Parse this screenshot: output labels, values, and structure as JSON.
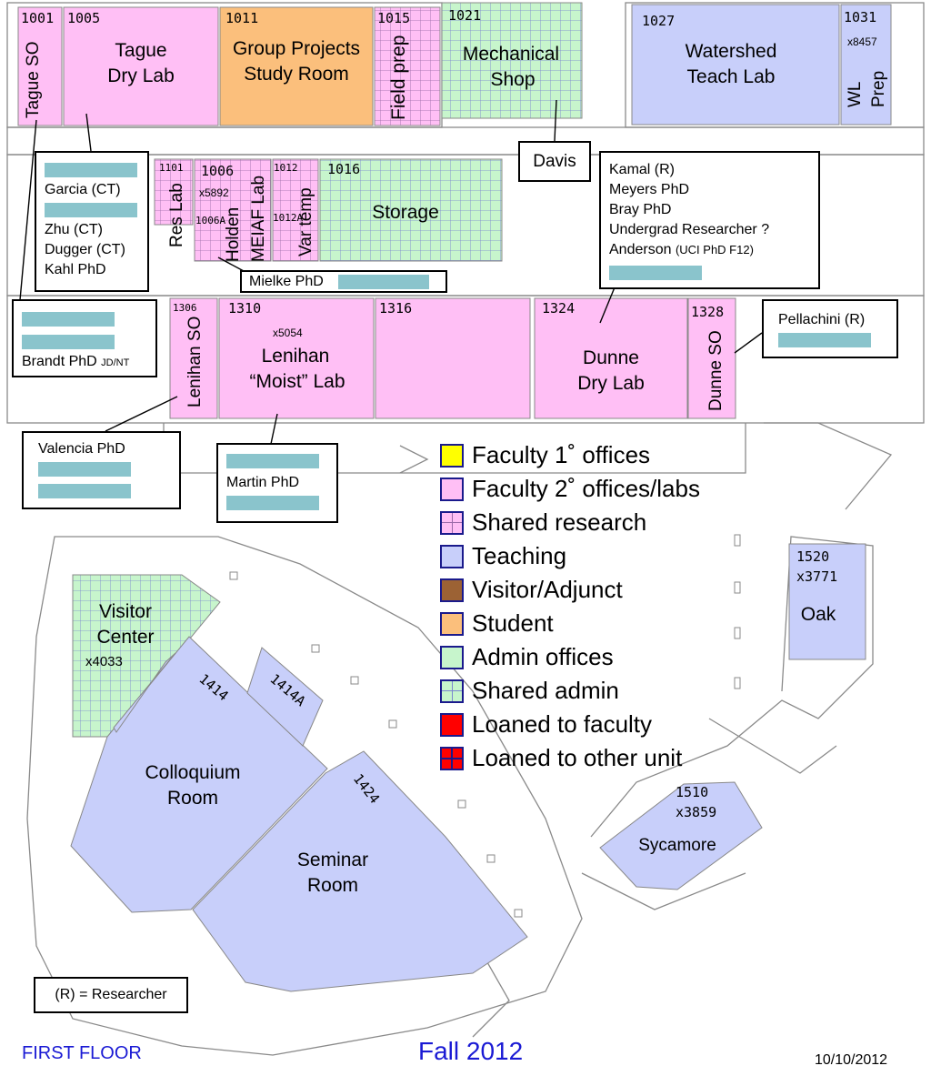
{
  "rooms": {
    "r1001": {
      "num": "1001",
      "name": "Tague SO"
    },
    "r1005": {
      "num": "1005",
      "name_l1": "Tague",
      "name_l2": "Dry Lab"
    },
    "r1011": {
      "num": "1011",
      "name_l1": "Group Projects",
      "name_l2": "Study Room"
    },
    "r1015": {
      "num": "1015",
      "name": "Field prep"
    },
    "r1021": {
      "num": "1021",
      "name_l1": "Mechanical",
      "name_l2": "Shop"
    },
    "r1027": {
      "num": "1027",
      "name_l1": "Watershed",
      "name_l2": "Teach Lab"
    },
    "r1031": {
      "num": "1031",
      "ext": "x8457",
      "name_l1": "WL",
      "name_l2": "Prep"
    },
    "r1101": {
      "num": "1101",
      "name": "Res Lab"
    },
    "r1006": {
      "num": "1006",
      "ext": "x5892",
      "name": "Holden"
    },
    "r1006a": {
      "num": "1006A"
    },
    "meiaf": {
      "name": "MEIAF Lab"
    },
    "r1012": {
      "num": "1012",
      "name": "Var temp"
    },
    "r1012a": {
      "num": "1012A"
    },
    "r1016": {
      "num": "1016",
      "name": "Storage"
    },
    "r1306": {
      "num": "1306",
      "name": "Lenihan SO"
    },
    "r1310": {
      "num": "1310",
      "ext": "x5054",
      "name_l1": "Lenihan",
      "name_l2": "“Moist” Lab"
    },
    "r1316": {
      "num": "1316"
    },
    "r1324": {
      "num": "1324",
      "name_l1": "Dunne",
      "name_l2": "Dry Lab"
    },
    "r1328": {
      "num": "1328",
      "name": "Dunne SO"
    },
    "visitor": {
      "name_l1": "Visitor",
      "name_l2": "Center",
      "ext": "x4033"
    },
    "r1414": {
      "num": "1414",
      "name_l1": "Colloquium",
      "name_l2": "Room"
    },
    "r1414a": {
      "num": "1414A"
    },
    "r1424": {
      "num": "1424",
      "name_l1": "Seminar",
      "name_l2": "Room"
    },
    "r1520": {
      "num": "1520",
      "ext": "x3771",
      "name": "Oak"
    },
    "r1510": {
      "num": "1510",
      "ext": "x3859",
      "name": "Sycamore"
    }
  },
  "callouts": {
    "davis": "Davis",
    "garcia_group": [
      "Garcia (CT)",
      "Zhu (CT)",
      "Dugger (CT)",
      "Kahl PhD"
    ],
    "mielke": "Mielke PhD",
    "brandt": {
      "name": "Brandt PhD",
      "note": "JD/NT"
    },
    "kamal_group": [
      "Kamal (R)",
      "Meyers PhD",
      "Bray PhD",
      "Undergrad Researcher ?"
    ],
    "anderson": {
      "name": "Anderson",
      "note": "(UCI PhD F12)"
    },
    "pellachini": "Pellachini (R)",
    "valencia": "Valencia PhD",
    "martin": "Martin PhD",
    "researcher_key": "(R) = Researcher"
  },
  "legend": [
    {
      "label": "Faculty 1˚ offices",
      "color": "#ffff00",
      "pattern": "solid"
    },
    {
      "label": "Faculty 2˚ offices/labs",
      "color": "#ffbff5",
      "pattern": "solid"
    },
    {
      "label": "Shared research",
      "color": "#ffbff5",
      "pattern": "grid"
    },
    {
      "label": "Teaching",
      "color": "#c8cffa",
      "pattern": "solid"
    },
    {
      "label": "Visitor/Adjunct",
      "color": "#9c6234",
      "pattern": "solid"
    },
    {
      "label": "Student",
      "color": "#fbbf7c",
      "pattern": "solid"
    },
    {
      "label": "Admin offices",
      "color": "#c7f5cc",
      "pattern": "solid"
    },
    {
      "label": "Shared admin",
      "color": "#c7f5cc",
      "pattern": "grid"
    },
    {
      "label": "Loaned to faculty",
      "color": "#ff0000",
      "pattern": "solid"
    },
    {
      "label": "Loaned to other unit",
      "color": "#ff0000",
      "pattern": "grid"
    }
  ],
  "footer": {
    "floor": "FIRST FLOOR",
    "term": "Fall 2012",
    "date": "10/10/2012"
  },
  "colors": {
    "pink": "#ffbff5",
    "orange": "#fbbf7c",
    "green": "#c7f5cc",
    "blue": "#c8cffa",
    "name_bar": "#8ac4cc",
    "footer_blue": "#1a1ad4"
  }
}
